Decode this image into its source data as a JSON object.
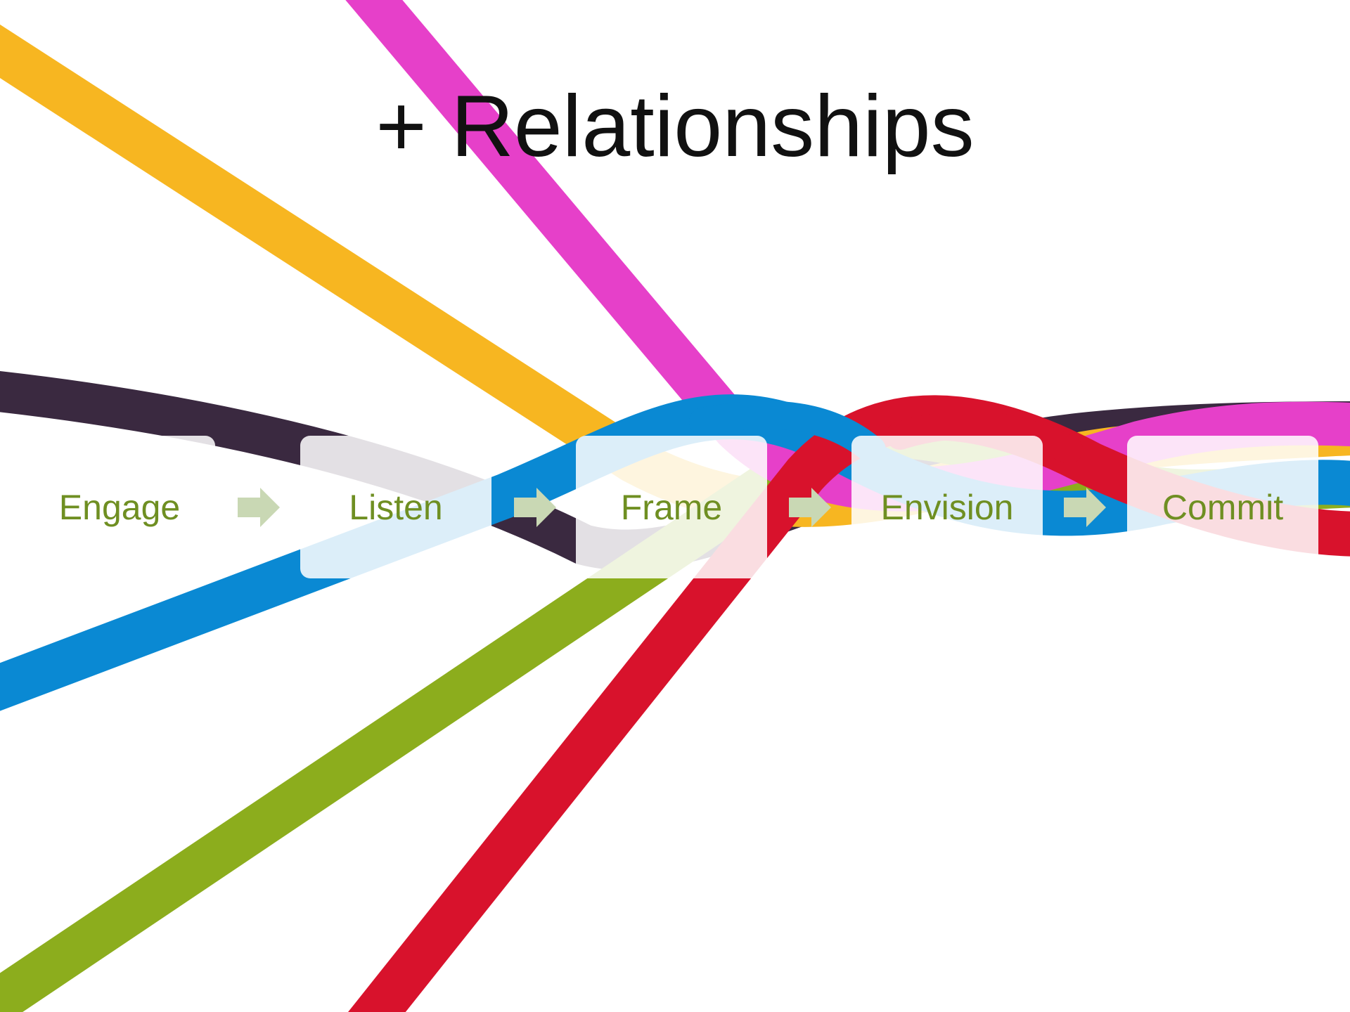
{
  "slide": {
    "title": "+ Relationships"
  },
  "flow": {
    "steps": [
      {
        "label": "Engage"
      },
      {
        "label": "Listen"
      },
      {
        "label": "Frame"
      },
      {
        "label": "Envision"
      },
      {
        "label": "Commit"
      }
    ],
    "step_text_color": "#6f8f22",
    "arrow_color": "#c9d8b4"
  },
  "background_image": {
    "description_icon": "braided-laces-icon",
    "lace_colors": {
      "yellow": "#f7b621",
      "magenta": "#e640c9",
      "purple": "#3a2940",
      "blue": "#0a89d3",
      "green": "#8cad1d",
      "red": "#d8122c"
    }
  }
}
